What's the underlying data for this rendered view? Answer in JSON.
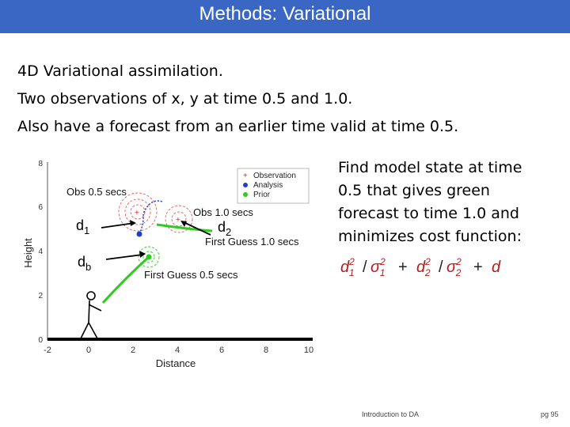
{
  "slide": {
    "title": "Methods: Variational",
    "lines": [
      "4D Variational assimilation.",
      "Two observations of x, y at time 0.5 and 1.0.",
      "Also have a forecast from an earlier time valid at time 0.5."
    ],
    "side_lines": [
      "Find model state at time",
      "0.5 that gives green",
      "forecast to time 1.0 and",
      "minimizes cost function:"
    ],
    "footer_left": "Introduction to DA",
    "footer_right": "pg 95"
  },
  "formula": {
    "term1": "d",
    "sub1": "1",
    "sup1": "2",
    "slash1": "/",
    "sigma1": "σ",
    "ssub1": "1",
    "ssup1": "2",
    "plus1": "+",
    "term2": "d",
    "sub2": "2",
    "sup2": "2",
    "slash2": "/",
    "sigma2": "σ",
    "ssub2": "2",
    "ssup2": "2",
    "plus2": "+",
    "term3": "d"
  },
  "figure": {
    "xlabel": "Distance",
    "ylabel": "Height",
    "x_ticks": [
      "-2",
      "0",
      "2",
      "4",
      "6",
      "8",
      "10"
    ],
    "y_ticks": [
      "0",
      "2",
      "4",
      "6",
      "8"
    ],
    "legend": [
      {
        "label": "Observation",
        "color": "#d62728"
      },
      {
        "label": "Analysis",
        "color": "#1f3ccf"
      },
      {
        "label": "Prior",
        "color": "#2ecc1f"
      }
    ],
    "annotations": {
      "obs_05": "Obs 0.5 secs",
      "obs_10": "Obs 1.0 secs",
      "fg_10": "First Guess 1.0 secs",
      "fg_05": "First Guess 0.5 secs",
      "d1": "d",
      "d1_sub": "1",
      "d2": "d",
      "d2_sub": "2",
      "db": "d",
      "db_sub": "b"
    }
  }
}
